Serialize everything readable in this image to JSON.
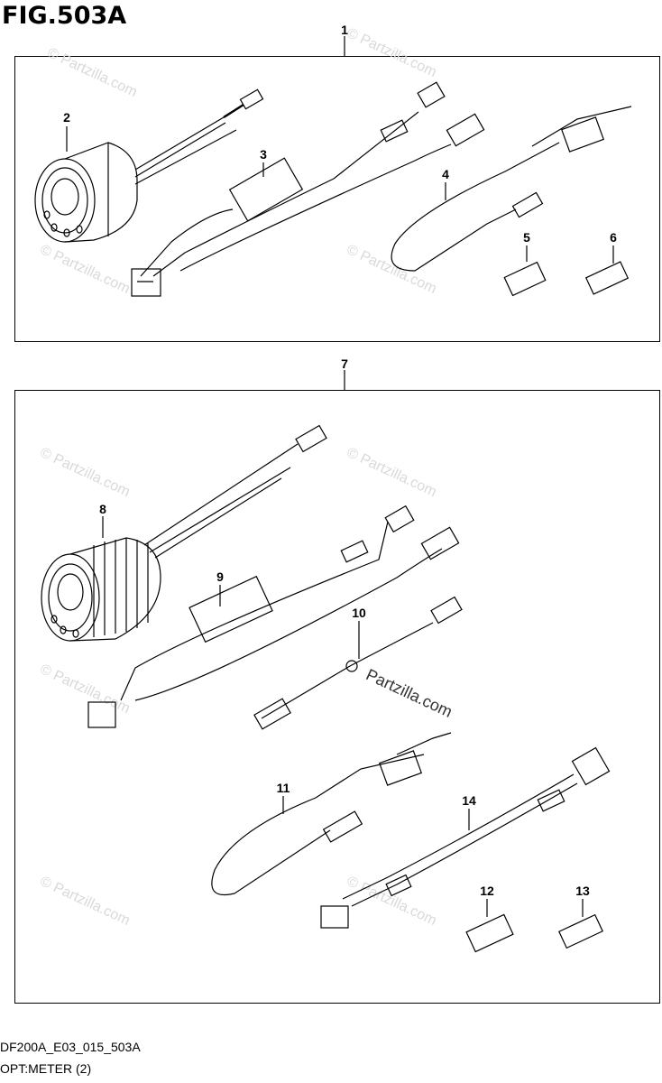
{
  "figure": {
    "title": "FIG.503A",
    "code": "DF200A_E03_015_503A",
    "caption": "OPT:METER (2)"
  },
  "watermark": "© Partzilla.com",
  "watermark_center": "Partzilla.com",
  "callouts": {
    "c1": "1",
    "c2": "2",
    "c3": "3",
    "c4": "4",
    "c5": "5",
    "c6": "6",
    "c7": "7",
    "c8": "8",
    "c9": "9",
    "c10": "10",
    "c11": "11",
    "c12": "12",
    "c13": "13",
    "c14": "14"
  }
}
